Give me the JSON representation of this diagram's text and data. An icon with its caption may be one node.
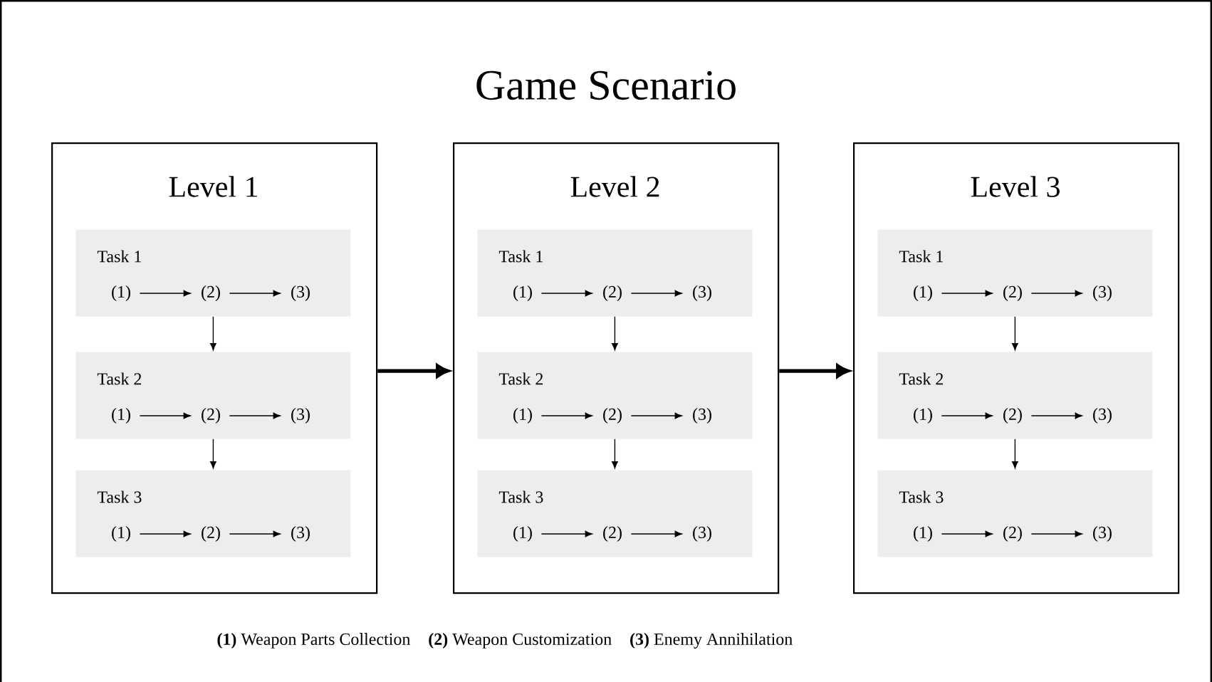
{
  "diagram": {
    "title": "Game Scenario",
    "nodes": [
      {
        "text": [
          "Level 1"
        ]
      },
      {
        "text": [
          "Task 1"
        ],
        "in": 0
      },
      {
        "text": [
          "(1)"
        ],
        "in": 1
      },
      {
        "text": [
          "(2)"
        ],
        "in": 1
      },
      {
        "text": [
          "(3)"
        ],
        "in": 1
      },
      {
        "text": [
          "Task 2"
        ],
        "in": 0
      },
      {
        "text": [
          "(1)"
        ],
        "in": 5
      },
      {
        "text": [
          "(2)"
        ],
        "in": 5
      },
      {
        "text": [
          "(3)"
        ],
        "in": 5
      },
      {
        "text": [
          "Task 3"
        ],
        "in": 0
      },
      {
        "text": [
          "(1)"
        ],
        "in": 9
      },
      {
        "text": [
          "(2)"
        ],
        "in": 9
      },
      {
        "text": [
          "(3)"
        ],
        "in": 9
      },
      {
        "text": [
          "Level 2"
        ]
      },
      {
        "text": [
          "Task 1"
        ],
        "in": 13
      },
      {
        "text": [
          "(1)"
        ],
        "in": 14
      },
      {
        "text": [
          "(2)"
        ],
        "in": 14
      },
      {
        "text": [
          "(3)"
        ],
        "in": 14
      },
      {
        "text": [
          "Task 2"
        ],
        "in": 13
      },
      {
        "text": [
          "(1)"
        ],
        "in": 18
      },
      {
        "text": [
          "(2)"
        ],
        "in": 18
      },
      {
        "text": [
          "(3)"
        ],
        "in": 18
      },
      {
        "text": [
          "Task 3"
        ],
        "in": 13
      },
      {
        "text": [
          "(1)"
        ],
        "in": 22
      },
      {
        "text": [
          "(2)"
        ],
        "in": 22
      },
      {
        "text": [
          "(3)"
        ],
        "in": 22
      },
      {
        "text": [
          "Level 3"
        ]
      },
      {
        "text": [
          "Task 1"
        ],
        "in": 26
      },
      {
        "text": [
          "(1)"
        ],
        "in": 27
      },
      {
        "text": [
          "(2)"
        ],
        "in": 27
      },
      {
        "text": [
          "(3)"
        ],
        "in": 27
      },
      {
        "text": [
          "Task 2"
        ],
        "in": 26
      },
      {
        "text": [
          "(1)"
        ],
        "in": 31
      },
      {
        "text": [
          "(2)"
        ],
        "in": 31
      },
      {
        "text": [
          "(3)"
        ],
        "in": 31
      },
      {
        "text": [
          "Task 3"
        ],
        "in": 26
      },
      {
        "text": [
          "(1)"
        ],
        "in": 35
      },
      {
        "text": [
          "(2)"
        ],
        "in": 35
      },
      {
        "text": [
          "(3)"
        ],
        "in": 35
      }
    ],
    "edges": [
      {
        "from": 2,
        "to": 3,
        "arrow": "to"
      },
      {
        "from": 3,
        "to": 4,
        "arrow": "to"
      },
      {
        "from": 6,
        "to": 7,
        "arrow": "to"
      },
      {
        "from": 7,
        "to": 8,
        "arrow": "to"
      },
      {
        "from": 10,
        "to": 11,
        "arrow": "to"
      },
      {
        "from": 11,
        "to": 12,
        "arrow": "to"
      },
      {
        "from": 1,
        "to": 5,
        "arrow": "to"
      },
      {
        "from": 5,
        "to": 9,
        "arrow": "to"
      },
      {
        "from": 15,
        "to": 16,
        "arrow": "to"
      },
      {
        "from": 16,
        "to": 17,
        "arrow": "to"
      },
      {
        "from": 19,
        "to": 20,
        "arrow": "to"
      },
      {
        "from": 20,
        "to": 21,
        "arrow": "to"
      },
      {
        "from": 23,
        "to": 24,
        "arrow": "to"
      },
      {
        "from": 24,
        "to": 25,
        "arrow": "to"
      },
      {
        "from": 14,
        "to": 18,
        "arrow": "to"
      },
      {
        "from": 18,
        "to": 22,
        "arrow": "to"
      },
      {
        "from": 28,
        "to": 29,
        "arrow": "to"
      },
      {
        "from": 29,
        "to": 30,
        "arrow": "to"
      },
      {
        "from": 32,
        "to": 33,
        "arrow": "to"
      },
      {
        "from": 33,
        "to": 34,
        "arrow": "to"
      },
      {
        "from": 36,
        "to": 37,
        "arrow": "to"
      },
      {
        "from": 37,
        "to": 38,
        "arrow": "to"
      },
      {
        "from": 27,
        "to": 31,
        "arrow": "to"
      },
      {
        "from": 31,
        "to": 35,
        "arrow": "to"
      },
      {
        "from": 0,
        "to": 13,
        "arrow": "to",
        "style": "thick"
      },
      {
        "from": 13,
        "to": 26,
        "arrow": "to",
        "style": "thick"
      }
    ],
    "labels": [
      "**(1)** Weapon Parts Collection",
      "**(2)** Weapon Customization",
      "**(3)** Enemy Annihilation"
    ]
  }
}
